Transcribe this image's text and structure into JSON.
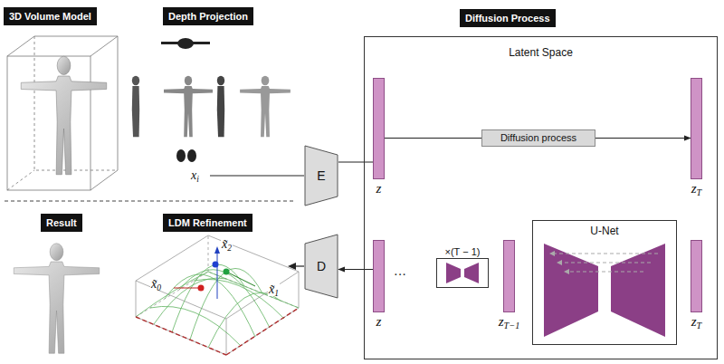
{
  "diagram": {
    "nodes": [
      {
        "text": [
          "3D Volume Model"
        ]
      },
      {
        "text": [
          "Depth Projection"
        ]
      },
      {
        "text": [
          "Diffusion Process"
        ]
      },
      {
        "text": [
          "Latent Space"
        ]
      },
      {
        "text": [
          "z"
        ],
        "in": 3
      },
      {
        "text": [
          "Diffusion process"
        ],
        "in": 3
      },
      {
        "text": [
          "zT"
        ],
        "in": 3
      },
      {
        "text": [
          "z"
        ],
        "in": 3
      },
      {
        "text": [
          "×(T − 1)"
        ],
        "in": 3
      },
      {
        "text": [
          "zT−1"
        ],
        "in": 3
      },
      {
        "text": [
          "U-Net"
        ],
        "in": 3
      },
      {
        "text": [
          "zT"
        ],
        "in": 3
      },
      {
        "text": [
          "E"
        ]
      },
      {
        "text": [
          "D"
        ]
      },
      {
        "text": [
          "Result"
        ]
      },
      {
        "text": [
          "LDM Refinement"
        ]
      }
    ],
    "edges": [
      {
        "from": 12,
        "to": 4,
        "arrow": "none"
      },
      {
        "from": 4,
        "to": 5,
        "arrow": "none"
      },
      {
        "from": 5,
        "to": 6,
        "arrow": "to"
      },
      {
        "from": 7,
        "to": 13,
        "arrow": "to"
      }
    ],
    "labels": [
      "xi",
      "x̃2",
      "x̃0",
      "x̃1",
      "···"
    ]
  }
}
